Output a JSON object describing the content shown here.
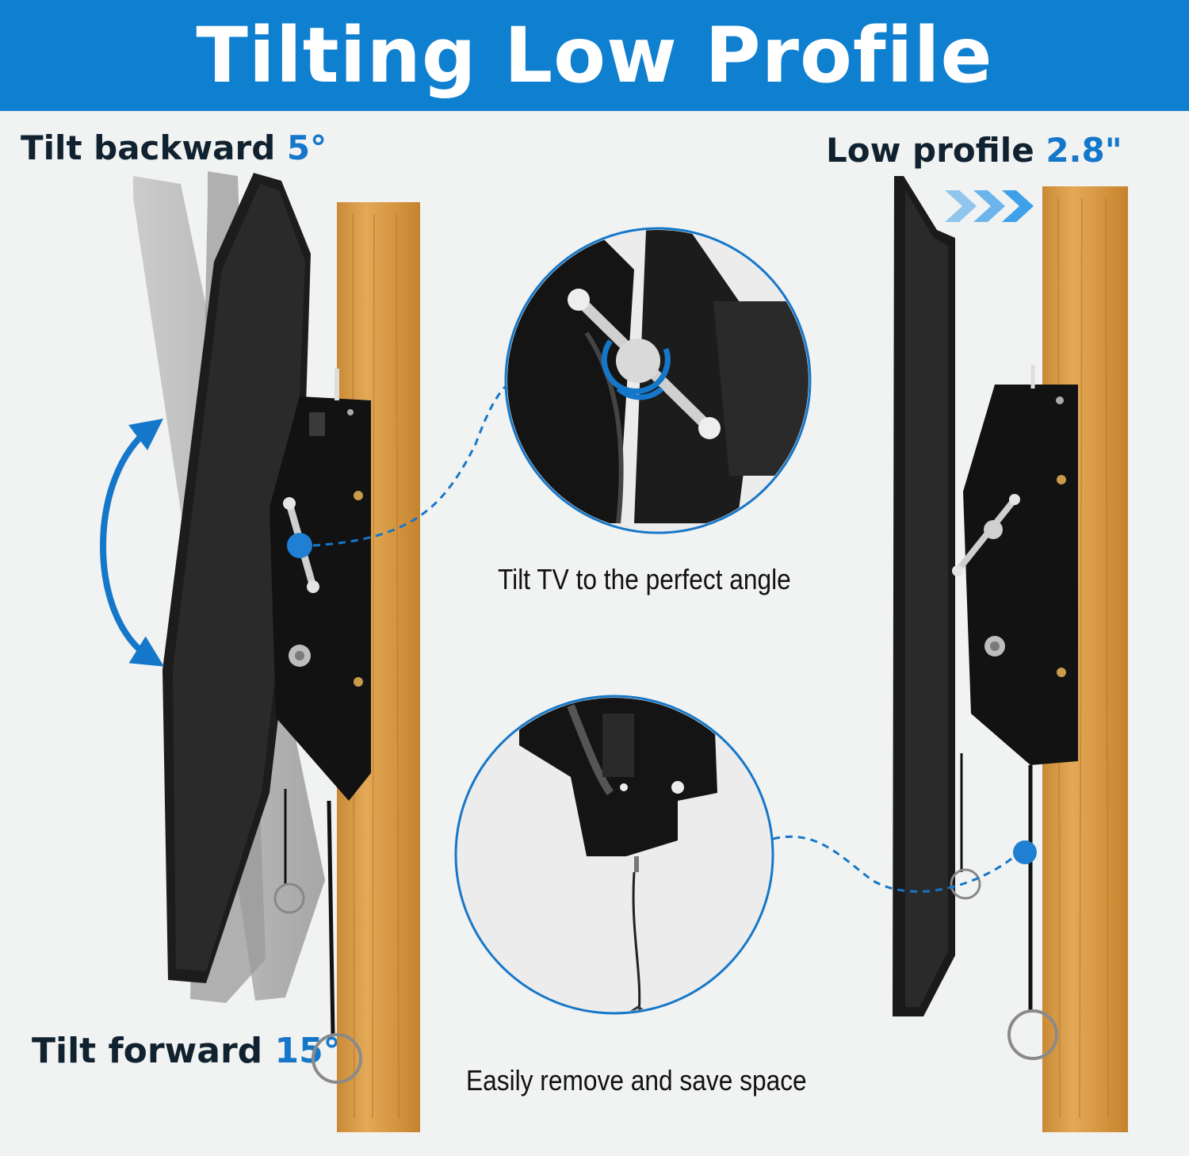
{
  "banner": {
    "title": "Tilting Low Profile"
  },
  "left_panel": {
    "tilt_backward_label": "Tilt backward ",
    "tilt_backward_value": "5°",
    "tilt_forward_label": "Tilt forward ",
    "tilt_forward_value": "15°"
  },
  "right_panel": {
    "profile_label": "Low profile ",
    "profile_value": "2.8\""
  },
  "captions": {
    "tilt_angle": "Tilt TV to the perfect angle",
    "remove_space": "Easily  remove  and  save space"
  },
  "colors": {
    "banner": "#0f7fd0",
    "accent": "#1577c9",
    "wood": "#d89a45",
    "mount": "#1a1a1a"
  }
}
